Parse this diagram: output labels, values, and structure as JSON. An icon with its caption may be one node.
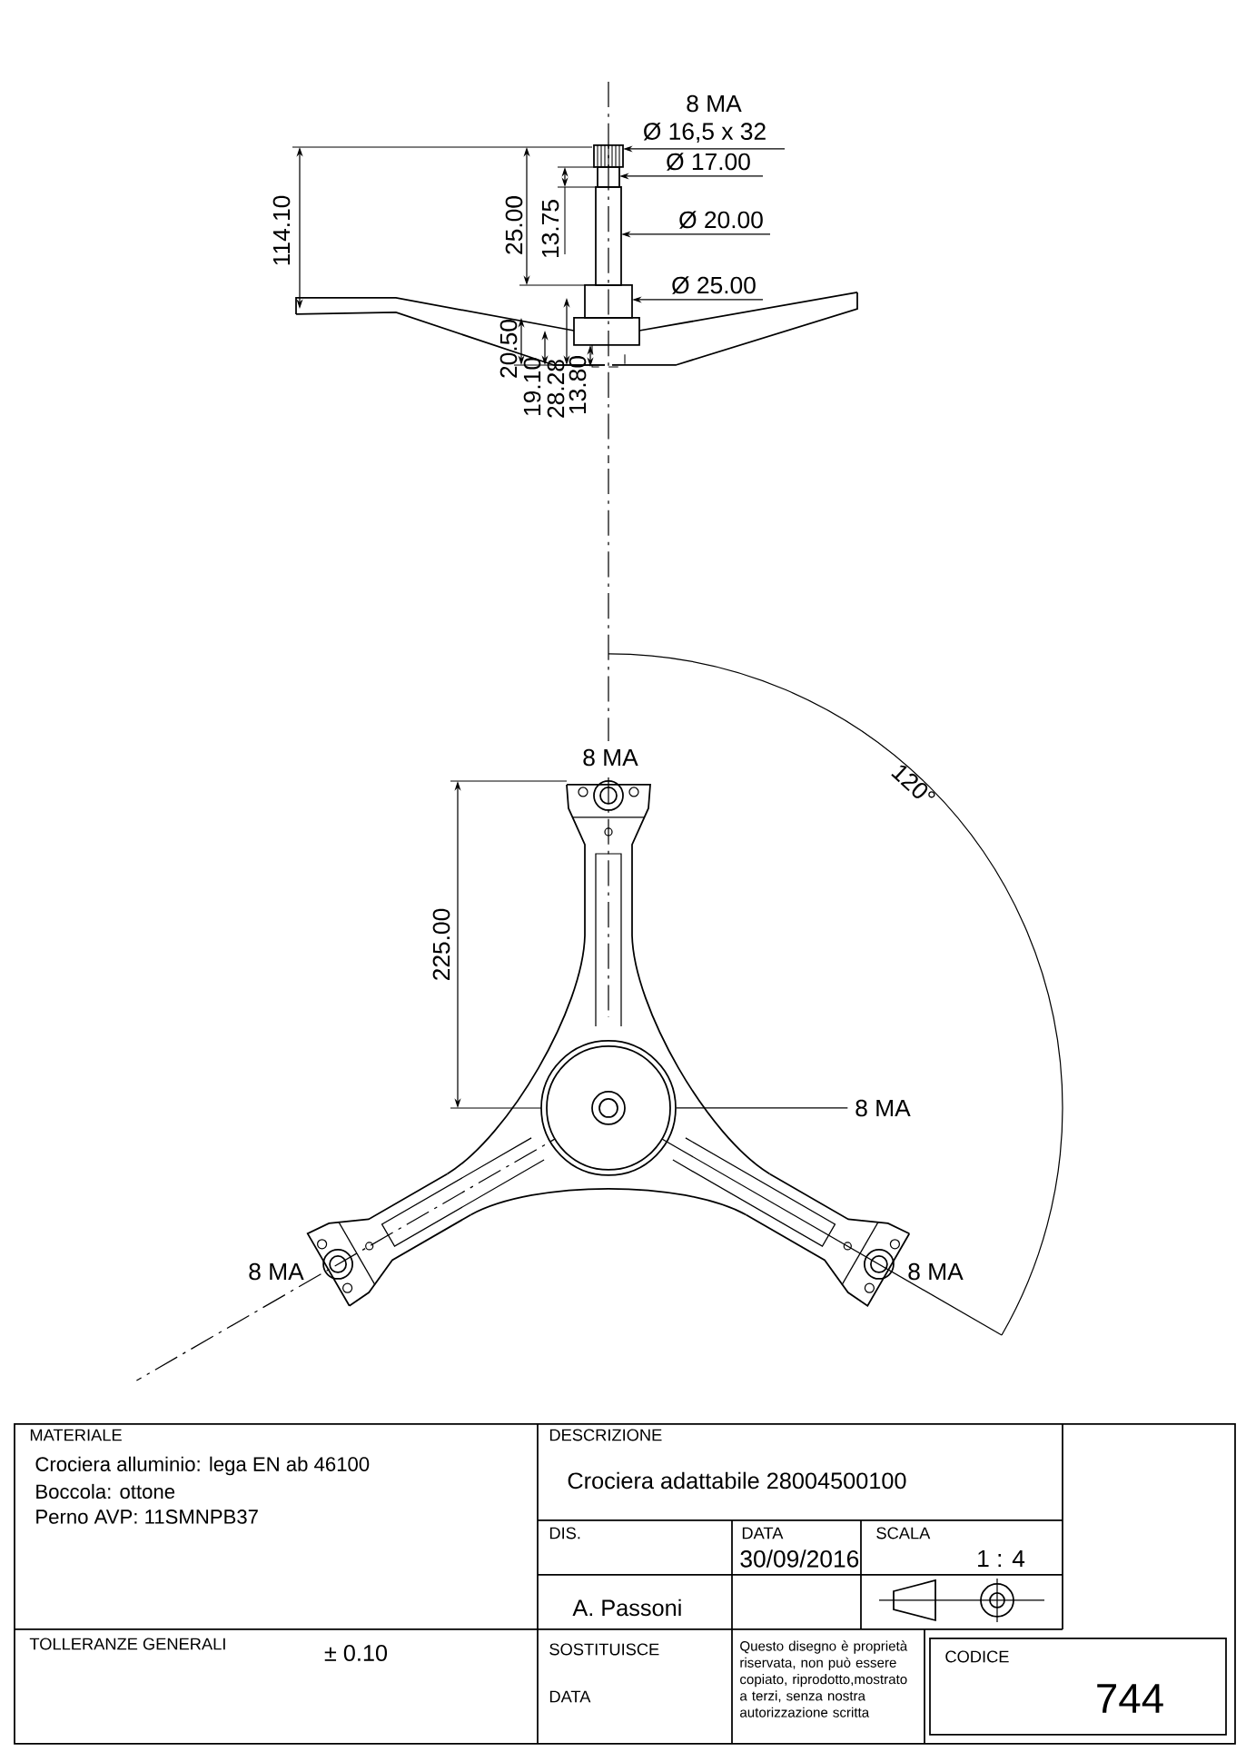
{
  "diagram": {
    "nodes": [
      {
        "text": [
          "8 MA"
        ]
      },
      {
        "text": [],
        "shape": "circle"
      }
    ],
    "edges": [
      {
        "from": 0,
        "to": 1,
        "arrow": "none"
      }
    ],
    "labels": [
      "8 MA",
      "Ø 16,5 x 32",
      "Ø 17.00",
      "114.10",
      "25.00",
      "13.75",
      "Ø 20.00",
      "Ø 25.00",
      "20.50",
      "19.10",
      "28.28",
      "13.80",
      "8 MA",
      "120°",
      "225.00",
      "8 MA",
      "8 MA",
      "MATERIALE",
      "Crociera alluminio: lega EN ab 46100",
      "Boccola: ottone",
      "Perno AVP: 11SMNPB37",
      "DESCRIZIONE",
      "Crociera adattabile 28004500100",
      "DIS.",
      "DATA",
      "30/09/2016",
      "SCALA",
      "1 : 4",
      "A. Passoni",
      "TOLLERANZE GENERALI",
      "± 0.10",
      "SOSTITUISCE",
      "DATA",
      "Questo disegno è proprietà riservata, non può essere copiato, riprodotto,mostrato a terzi, senza nostra autorizzazione scritta",
      "CODICE",
      "744"
    ]
  }
}
